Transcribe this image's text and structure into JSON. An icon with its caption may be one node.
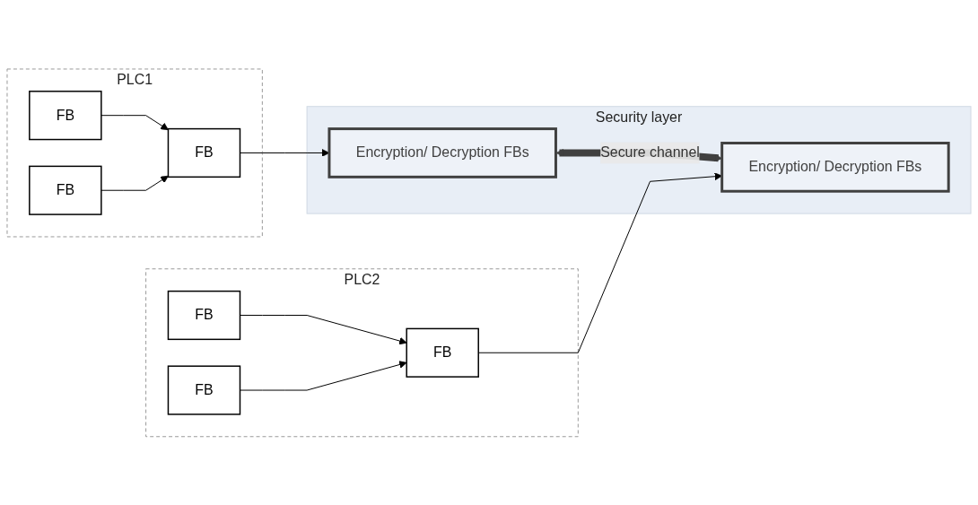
{
  "diagram": {
    "nodes": [
      {
        "text": [
          "PLC1"
        ]
      },
      {
        "text": [
          "FB"
        ],
        "in": 0
      },
      {
        "text": [
          "FB"
        ],
        "in": 0
      },
      {
        "text": [
          "FB"
        ],
        "in": 0
      },
      {
        "text": [
          "Security layer"
        ]
      },
      {
        "text": [
          "Encryption/ Decryption FBs"
        ],
        "in": 4
      },
      {
        "text": [
          "Encryption/ Decryption FBs"
        ],
        "in": 4
      },
      {
        "text": [
          "PLC2"
        ]
      },
      {
        "text": [
          "FB"
        ],
        "in": 7
      },
      {
        "text": [
          "FB"
        ],
        "in": 7
      },
      {
        "text": [
          "FB"
        ],
        "in": 7
      }
    ],
    "edges": [
      {
        "from": 1,
        "to": 2,
        "arrow": "to"
      },
      {
        "from": 3,
        "to": 2,
        "arrow": "to"
      },
      {
        "from": 2,
        "to": 5,
        "arrow": "to"
      },
      {
        "from": 5,
        "to": 6,
        "arrow": "both",
        "label": "Secure channel",
        "style": "thick",
        "color": "#404040"
      },
      {
        "from": 8,
        "to": 6,
        "arrow": "to"
      },
      {
        "from": 9,
        "to": 8,
        "arrow": "to"
      },
      {
        "from": 10,
        "to": 8,
        "arrow": "to"
      }
    ]
  }
}
